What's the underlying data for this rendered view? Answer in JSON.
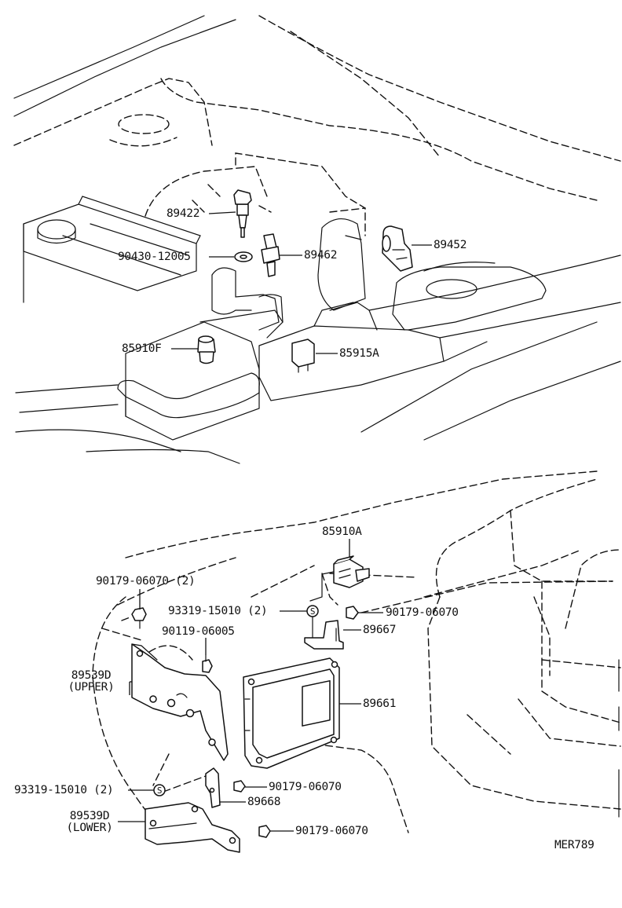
{
  "diagram": {
    "code": "MER789",
    "labels": {
      "p89422": "89422",
      "p90430": "90430-12005",
      "p89462": "89462",
      "p89452": "89452",
      "p85910f": "85910F",
      "p85915a": "85915A",
      "p85910a": "85910A",
      "p90179_a": "90179-06070 (2)",
      "p93319_a": "93319-15010 (2)",
      "p90179_b": "90179-06070",
      "p90119": "90119-06005",
      "p89667": "89667",
      "p89539d_upper": "89539D",
      "upper_note": "(UPPER)",
      "p89661": "89661",
      "p93319_b": "93319-15010 (2)",
      "p90179_c": "90179-06070",
      "p89668": "89668",
      "p89539d_lower": "89539D",
      "lower_note": "(LOWER)",
      "p90179_d": "90179-06070"
    },
    "symbols": {
      "screw_mark": "S"
    }
  }
}
